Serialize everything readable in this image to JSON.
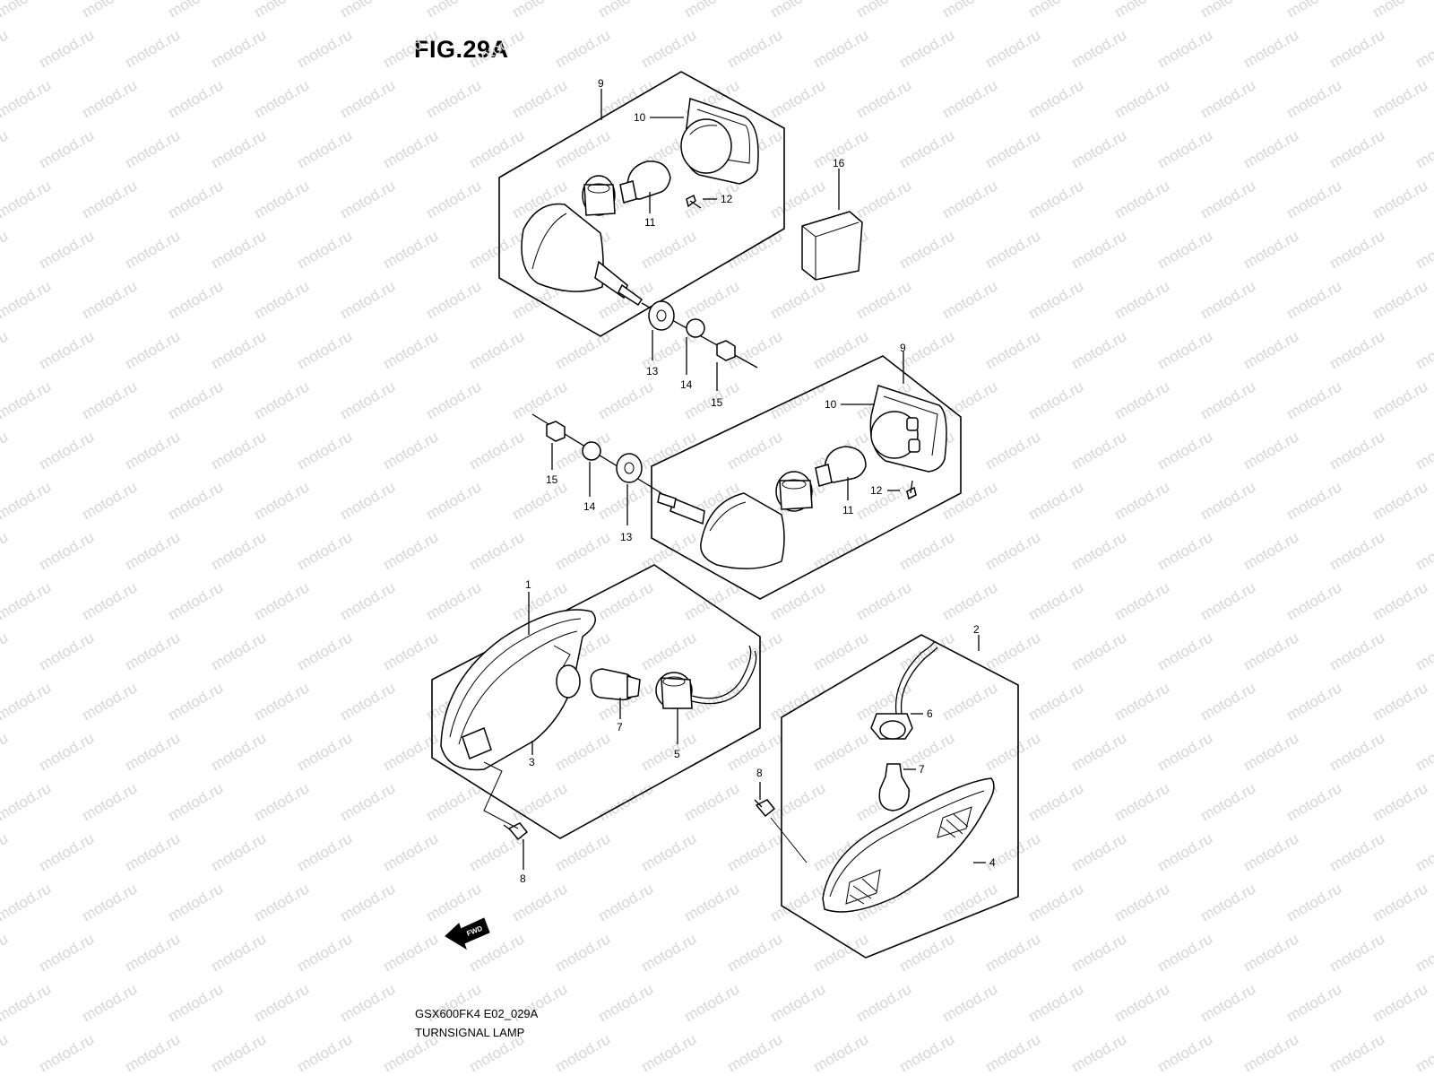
{
  "figure": {
    "title": "FIG.29A"
  },
  "footer": {
    "code": "GSX600FK4 E02_029A",
    "name": "TURNSIGNAL LAMP"
  },
  "watermark": {
    "text": "motod.ru",
    "color": "#d6d6d6"
  },
  "fwd_label": "FWD",
  "callouts": {
    "c9a": "9",
    "c10a": "10",
    "c16": "16",
    "c12a": "12",
    "c11a": "11",
    "c13a": "13",
    "c14a": "14",
    "c15a": "15",
    "c9b": "9",
    "c10b": "10",
    "c12b": "12",
    "c11b": "11",
    "c15b": "15",
    "c14b": "14",
    "c13b": "13",
    "c1": "1",
    "c7a": "7",
    "c5": "5",
    "c3": "3",
    "c8a": "8",
    "c2": "2",
    "c6": "6",
    "c7b": "7",
    "c8b": "8",
    "c4": "4"
  }
}
